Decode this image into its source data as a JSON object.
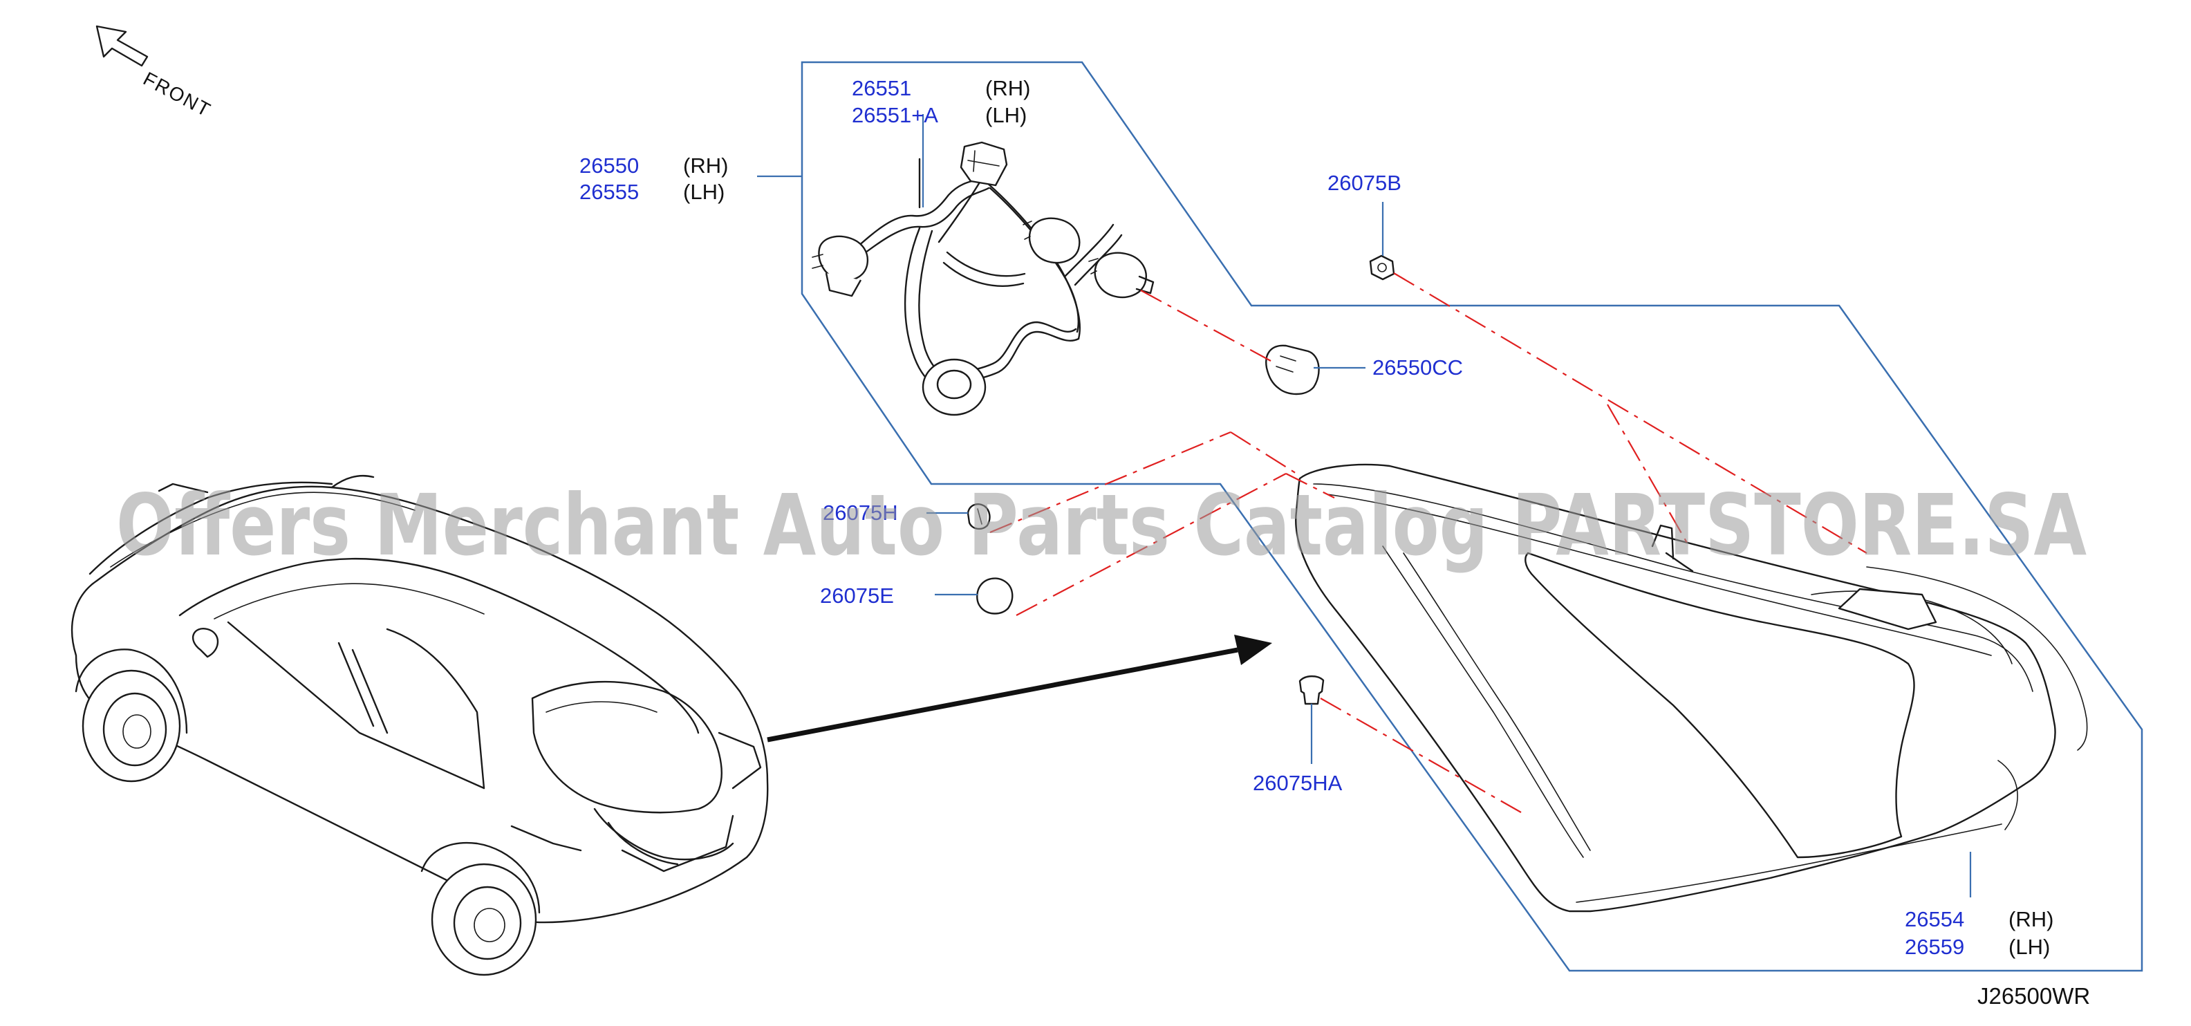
{
  "diagram": {
    "front_label": "FRONT",
    "reference_code": "J26500WR",
    "watermark": "Offers Merchant Auto Parts Catalog PARTSTORE.SA",
    "callouts": {
      "harness": {
        "rh_number": "26551",
        "rh_side": "(RH)",
        "lh_number": "26551+A",
        "lh_side": "(LH)"
      },
      "assembly": {
        "rh_number": "26550",
        "rh_side": "(RH)",
        "lh_number": "26555",
        "lh_side": "(LH)"
      },
      "nut_b": {
        "number": "26075B"
      },
      "bulb": {
        "number": "26550CC"
      },
      "clip_h": {
        "number": "26075H"
      },
      "clip_e": {
        "number": "26075E"
      },
      "clip_ha": {
        "number": "26075HA"
      },
      "lens": {
        "rh_number": "26554",
        "rh_side": "(RH)",
        "lh_number": "26559",
        "lh_side": "(LH)"
      }
    }
  }
}
